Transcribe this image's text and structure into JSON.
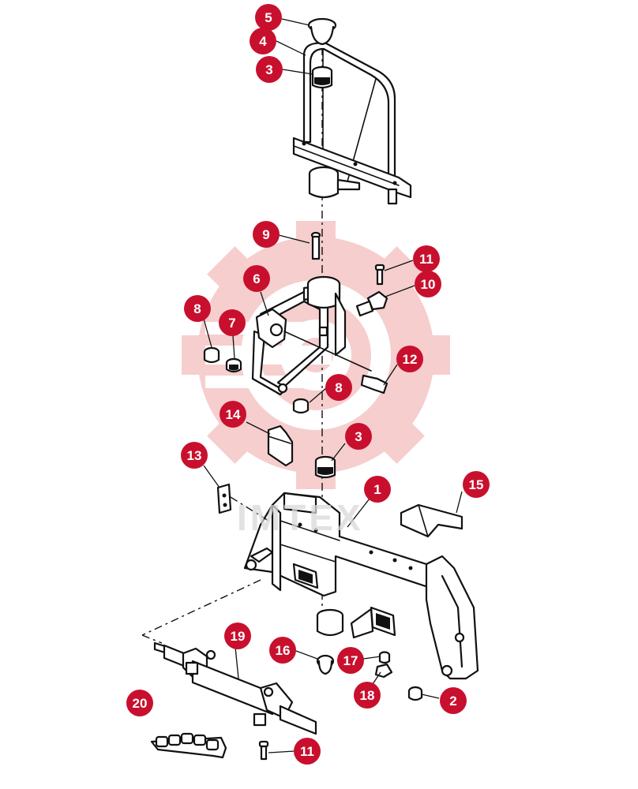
{
  "watermark": {
    "text": "IMTEX",
    "color": "#f6c9c9"
  },
  "callout_color": "#c8102e",
  "callouts": [
    {
      "label": "5"
    },
    {
      "label": "4"
    },
    {
      "label": "3"
    },
    {
      "label": "9"
    },
    {
      "label": "11"
    },
    {
      "label": "10"
    },
    {
      "label": "6"
    },
    {
      "label": "8"
    },
    {
      "label": "7"
    },
    {
      "label": "12"
    },
    {
      "label": "8"
    },
    {
      "label": "14"
    },
    {
      "label": "3"
    },
    {
      "label": "13"
    },
    {
      "label": "1"
    },
    {
      "label": "15"
    },
    {
      "label": "19"
    },
    {
      "label": "16"
    },
    {
      "label": "17"
    },
    {
      "label": "18"
    },
    {
      "label": "2"
    },
    {
      "label": "20"
    },
    {
      "label": "11"
    }
  ]
}
